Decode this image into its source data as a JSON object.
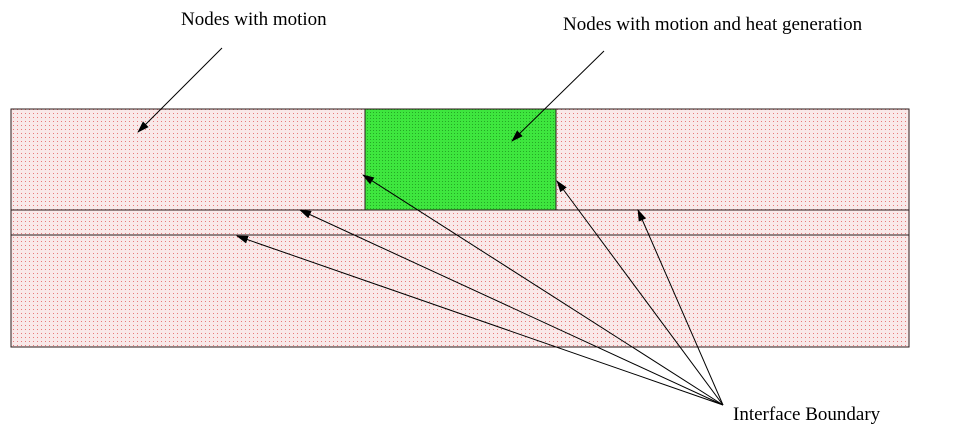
{
  "labels": {
    "nodes_motion": "Nodes with motion",
    "nodes_motion_heat": "Nodes with motion and heat generation",
    "interface_boundary": "Interface Boundary"
  },
  "colors": {
    "motion_region_fill": "#f9e9e9",
    "motion_region_dot": "#e87a7a",
    "heat_region_fill": "#3ee63e",
    "heat_region_dot": "#25a825",
    "outline": "#2b1a1a",
    "arrow": "#000000"
  }
}
